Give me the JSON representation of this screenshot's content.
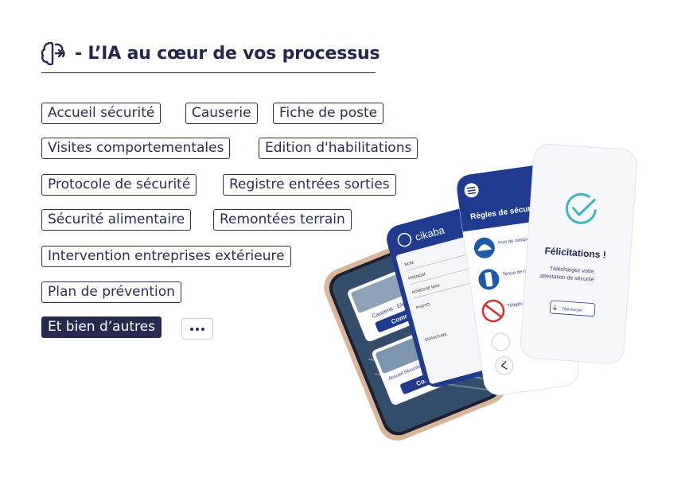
{
  "header": {
    "title": "- L’IA au cœur de vos processus"
  },
  "tags": [
    "Accueil sécurité",
    "Causerie",
    "Fiche de poste",
    "Visites comportementales",
    "Edition d'habilitations",
    "Protocole de sécurité",
    "Registre entrées sorties",
    "Sécurité alimentaire",
    "Remontées terrain",
    "Intervention entreprises extérieure",
    "Plan de prévention",
    "Et bien d’autres"
  ],
  "phones": {
    "back": {
      "card1_title": "Causerie : Electricité",
      "card1_button": "Commencer",
      "card2_title": "Accueil Sécurité Nouveaux Arrivants",
      "card2_button": "Commencer"
    },
    "form": {
      "brand": "cikaba",
      "fields": [
        "NOM",
        "PRENOM",
        "ADRESSE MAIL",
        "PHOTO",
        "SIGNATURE"
      ]
    },
    "rules": {
      "title": "Règles de sécurité",
      "items": [
        {
          "label": "Port du casque obligatoire"
        },
        {
          "label": "Tenue de travail correcte exigée"
        },
        {
          "label": "Téléphone interdit sur"
        }
      ]
    },
    "success": {
      "title": "Félicitations !",
      "text_line1": "Téléchargez votre",
      "text_line2": "attestation de sécurité",
      "button": "Télécharger"
    }
  },
  "colors": {
    "navy": "#272a4f",
    "primary_blue": "#1f3a8f",
    "teal_check": "#3fb3c6",
    "phone_gold": "#d9b59a"
  }
}
